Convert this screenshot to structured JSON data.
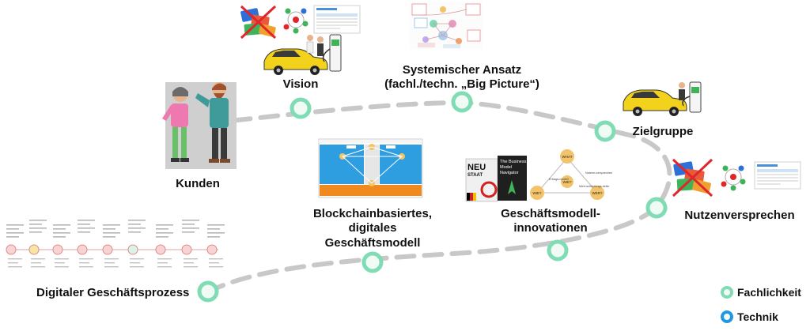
{
  "milestones": {
    "kunden": "Kunden",
    "vision": "Vision",
    "systemisch_line1": "Systemischer Ansatz",
    "systemisch_line2": "(fachl./techn. „Big Picture“)",
    "zielgruppe": "Zielgruppe",
    "nutzenversprechen": "Nutzenversprechen",
    "gm_innovationen_line1": "Geschäftsmodell-",
    "gm_innovationen_line2": "innovationen",
    "blockchain_line1": "Blockchainbasiertes,",
    "blockchain_line2": "digitales",
    "blockchain_line3": "Geschäftsmodell",
    "prozess": "Digitaler Geschäftsprozess"
  },
  "legend": {
    "fachlichkeit": "Fachlichkeit",
    "technik": "Technik"
  },
  "colors": {
    "fachlichkeit": "#7fdcb5",
    "fachlichkeit_fill": "#f1fbf6",
    "technik": "#2196e3",
    "path": "#c8c8c8",
    "car": "#f2d21b"
  },
  "book_cover": {
    "title_1": "NEU",
    "title_2": "STAAT",
    "book2_line1": "The Business",
    "book2_line2": "Model",
    "book2_line3": "Navigator"
  },
  "triangle": {
    "top": "WHAT",
    "left": "WIE?",
    "right": "WER?",
    "center": "WIE?",
    "side_top": "Nutzen-versprechen",
    "side_left": "Ertrags-modell",
    "side_right": "Wert-schöpfungs-kette"
  }
}
